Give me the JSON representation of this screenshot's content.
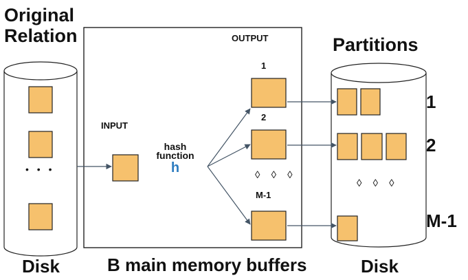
{
  "title": {
    "line1": "Original",
    "line2": "Relation"
  },
  "partitions_title": "Partitions",
  "memory": {
    "label": "B main memory buffers",
    "output_label": "OUTPUT",
    "input_label": "INPUT",
    "hash_label_1": "hash",
    "hash_label_2": "function",
    "hash_symbol": "h",
    "buffer_labels": [
      "1",
      "2",
      "M-1"
    ],
    "ellipsis": "◊ ◊ ◊"
  },
  "left_disk": {
    "label": "Disk",
    "ellipsis": "• • •"
  },
  "right_disk": {
    "label": "Disk",
    "ellipsis": "◊ ◊ ◊"
  },
  "partition_labels": [
    "1",
    "2",
    "M-1"
  ],
  "colors": {
    "block": "#F6C16D",
    "arrow": "#445566",
    "hash_symbol": "#2E7DC0"
  }
}
